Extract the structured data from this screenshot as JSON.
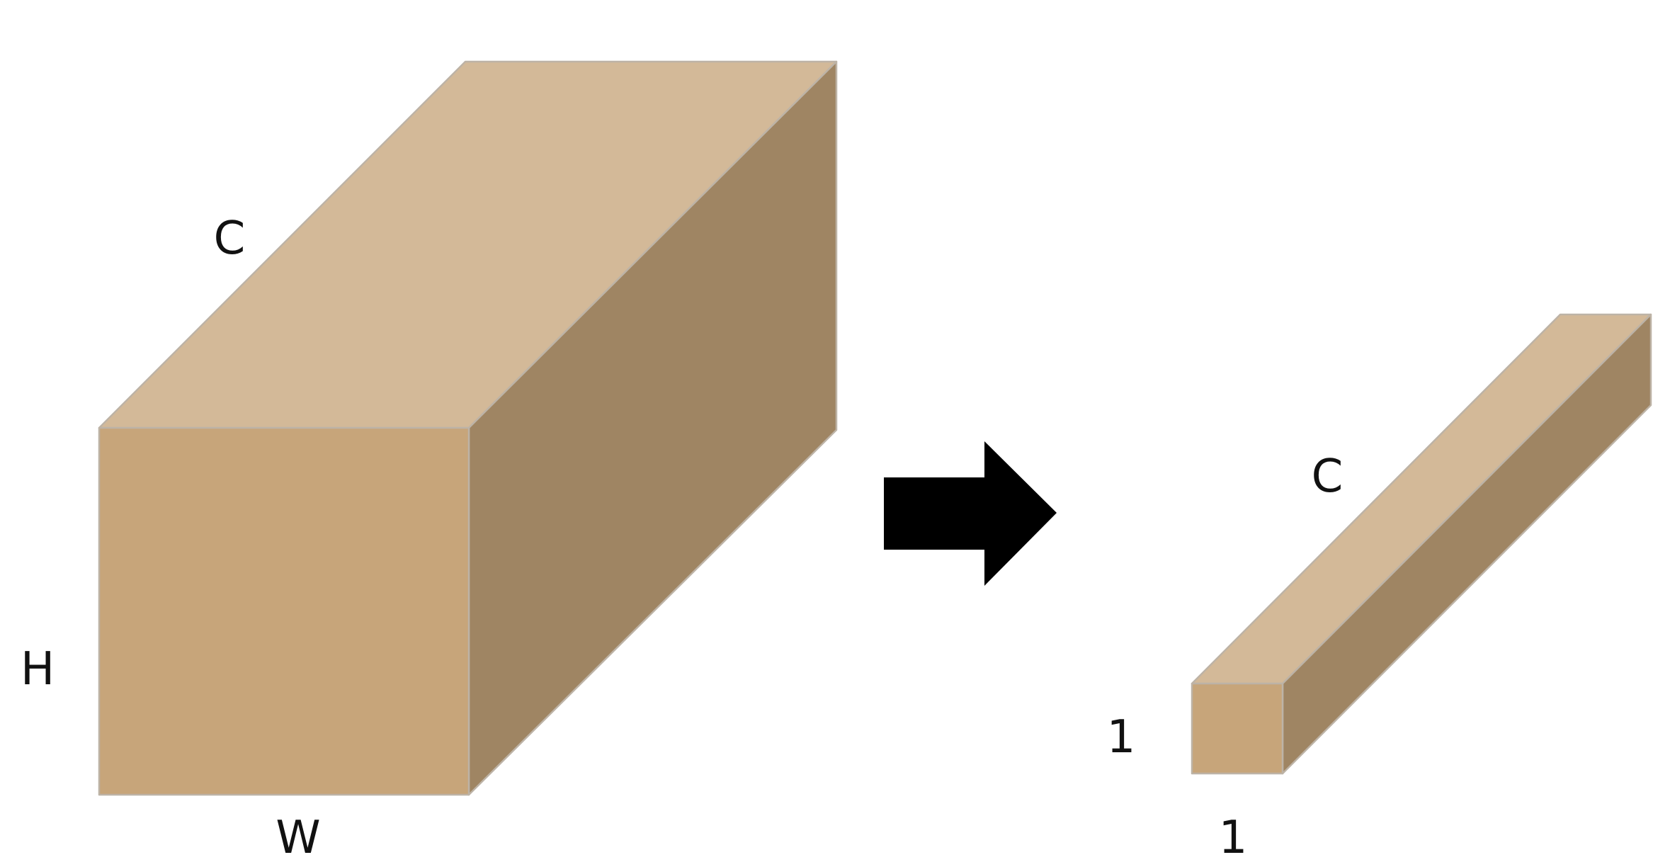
{
  "colors": {
    "top": "#d3b998",
    "front": "#c7a57a",
    "side": "#9f8563",
    "arrow": "#000000"
  },
  "input_tensor": {
    "labels": {
      "channels": "C",
      "height": "H",
      "width": "W"
    }
  },
  "output_tensor": {
    "labels": {
      "channels": "C",
      "height": "1",
      "width": "1"
    }
  },
  "arrow": {
    "icon": "right-arrow-icon"
  }
}
